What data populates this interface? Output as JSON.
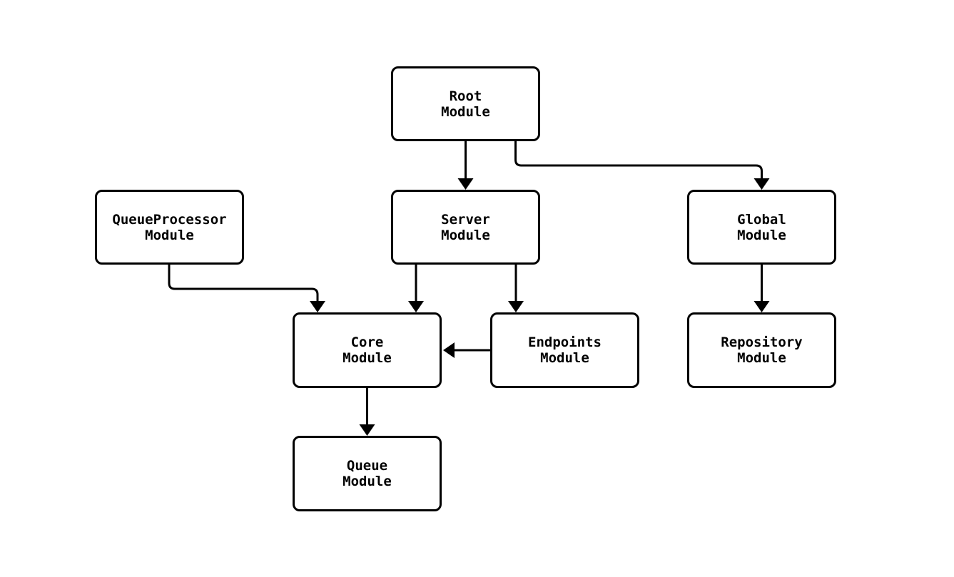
{
  "diagram": {
    "type": "module-dependency-graph",
    "background_color": "#ffffff",
    "node_fill_color": "#ffffff",
    "node_border_color": "#000000",
    "text_color": "#000000",
    "edge_color": "#000000",
    "nodes": {
      "root": {
        "label": "Root\nModule"
      },
      "queueprocessor": {
        "label": "QueueProcessor\nModule"
      },
      "server": {
        "label": "Server\nModule"
      },
      "global": {
        "label": "Global\nModule"
      },
      "core": {
        "label": "Core\nModule"
      },
      "endpoints": {
        "label": "Endpoints\nModule"
      },
      "repository": {
        "label": "Repository\nModule"
      },
      "queue": {
        "label": "Queue\nModule"
      }
    },
    "edges": [
      {
        "from": "root",
        "to": "server"
      },
      {
        "from": "root",
        "to": "global"
      },
      {
        "from": "queueprocessor",
        "to": "core"
      },
      {
        "from": "server",
        "to": "core"
      },
      {
        "from": "server",
        "to": "endpoints"
      },
      {
        "from": "endpoints",
        "to": "core"
      },
      {
        "from": "global",
        "to": "repository"
      },
      {
        "from": "core",
        "to": "queue"
      }
    ]
  }
}
